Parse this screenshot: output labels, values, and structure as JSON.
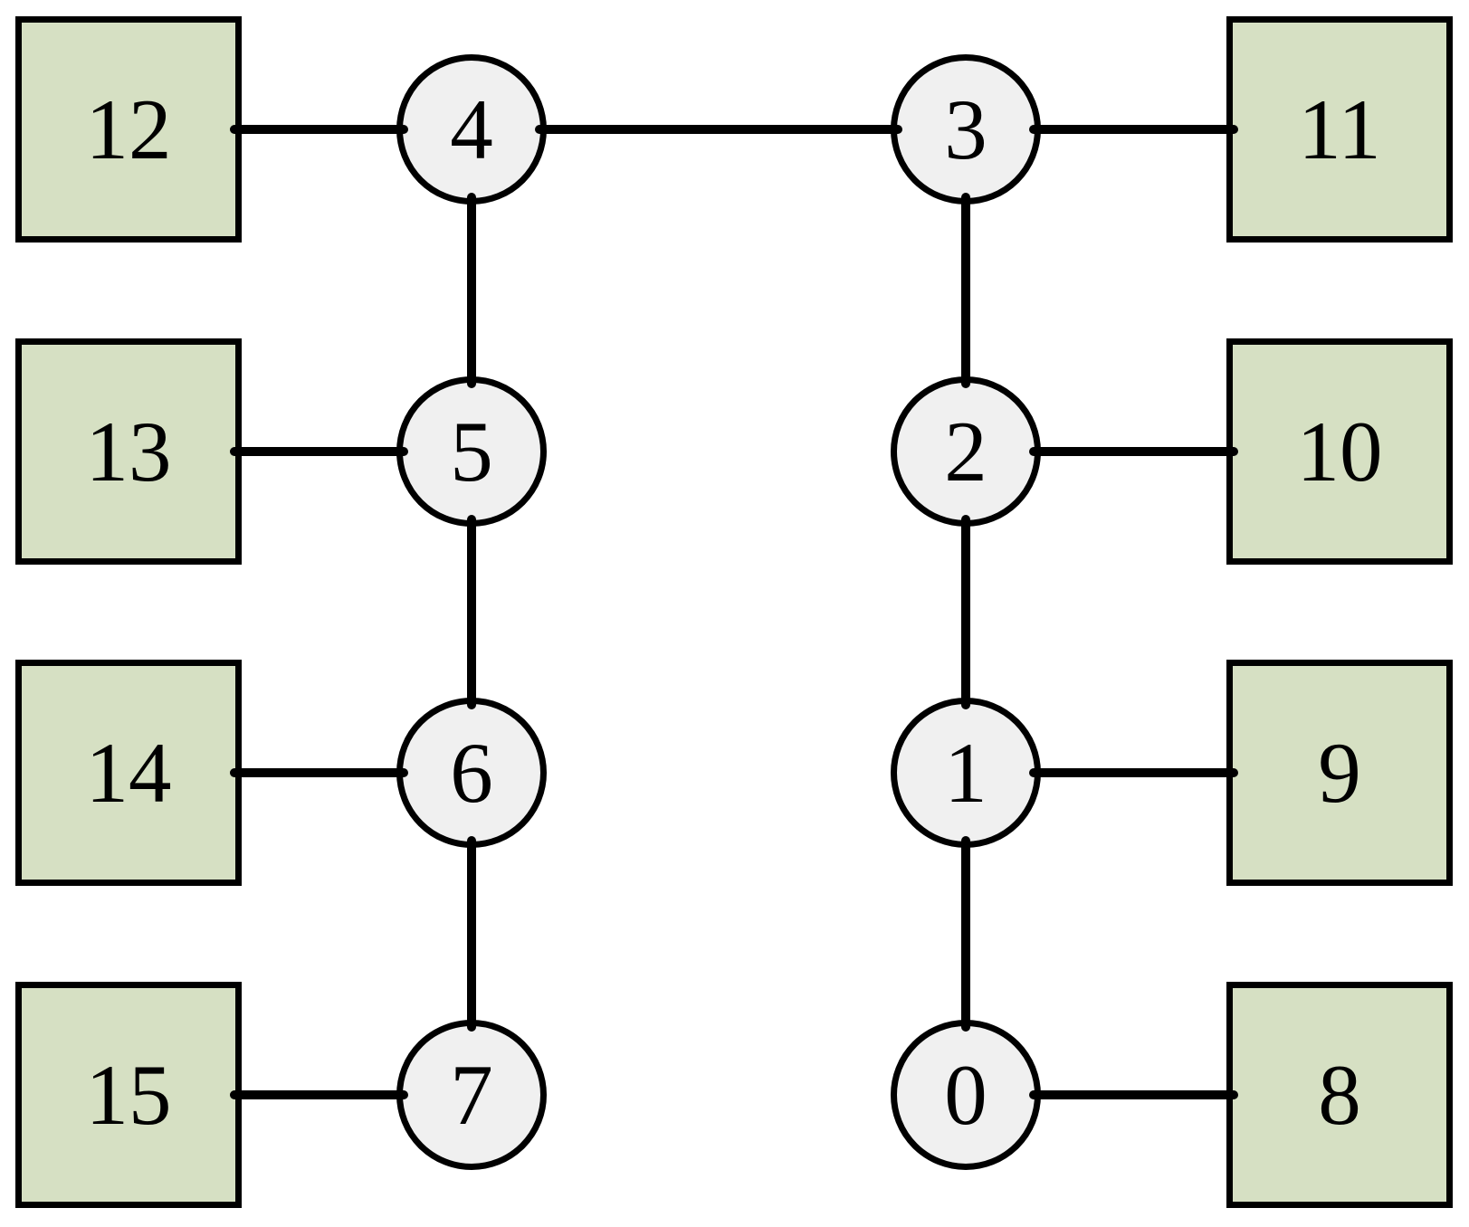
{
  "diagram": {
    "description": "Network topology graph with 8 circular switch nodes and 8 square leaf nodes",
    "colors": {
      "background": "#ffffff",
      "line": "#000000",
      "square_fill": "#d6e0c3",
      "square_border": "#000000",
      "circle_fill": "#f0f0f0",
      "circle_border": "#000000",
      "label_color": "#000000"
    },
    "nodes": [
      {
        "label": "0",
        "shape": "circle",
        "col": "right",
        "row": 3
      },
      {
        "label": "1",
        "shape": "circle",
        "col": "right",
        "row": 2
      },
      {
        "label": "2",
        "shape": "circle",
        "col": "right",
        "row": 1
      },
      {
        "label": "3",
        "shape": "circle",
        "col": "right",
        "row": 0
      },
      {
        "label": "4",
        "shape": "circle",
        "col": "left",
        "row": 0
      },
      {
        "label": "5",
        "shape": "circle",
        "col": "left",
        "row": 1
      },
      {
        "label": "6",
        "shape": "circle",
        "col": "left",
        "row": 2
      },
      {
        "label": "7",
        "shape": "circle",
        "col": "left",
        "row": 3
      },
      {
        "label": "8",
        "shape": "square",
        "col": "right",
        "row": 3
      },
      {
        "label": "9",
        "shape": "square",
        "col": "right",
        "row": 2
      },
      {
        "label": "10",
        "shape": "square",
        "col": "right",
        "row": 1
      },
      {
        "label": "11",
        "shape": "square",
        "col": "right",
        "row": 0
      },
      {
        "label": "12",
        "shape": "square",
        "col": "left",
        "row": 0
      },
      {
        "label": "13",
        "shape": "square",
        "col": "left",
        "row": 1
      },
      {
        "label": "14",
        "shape": "square",
        "col": "left",
        "row": 2
      },
      {
        "label": "15",
        "shape": "square",
        "col": "left",
        "row": 3
      }
    ],
    "edges": [
      {
        "from": "12",
        "to": "4"
      },
      {
        "from": "13",
        "to": "5"
      },
      {
        "from": "14",
        "to": "6"
      },
      {
        "from": "15",
        "to": "7"
      },
      {
        "from": "11",
        "to": "3"
      },
      {
        "from": "10",
        "to": "2"
      },
      {
        "from": "9",
        "to": "1"
      },
      {
        "from": "8",
        "to": "0"
      },
      {
        "from": "4",
        "to": "3"
      },
      {
        "from": "4",
        "to": "5"
      },
      {
        "from": "5",
        "to": "6"
      },
      {
        "from": "6",
        "to": "7"
      },
      {
        "from": "3",
        "to": "2"
      },
      {
        "from": "2",
        "to": "1"
      },
      {
        "from": "1",
        "to": "0"
      }
    ]
  }
}
